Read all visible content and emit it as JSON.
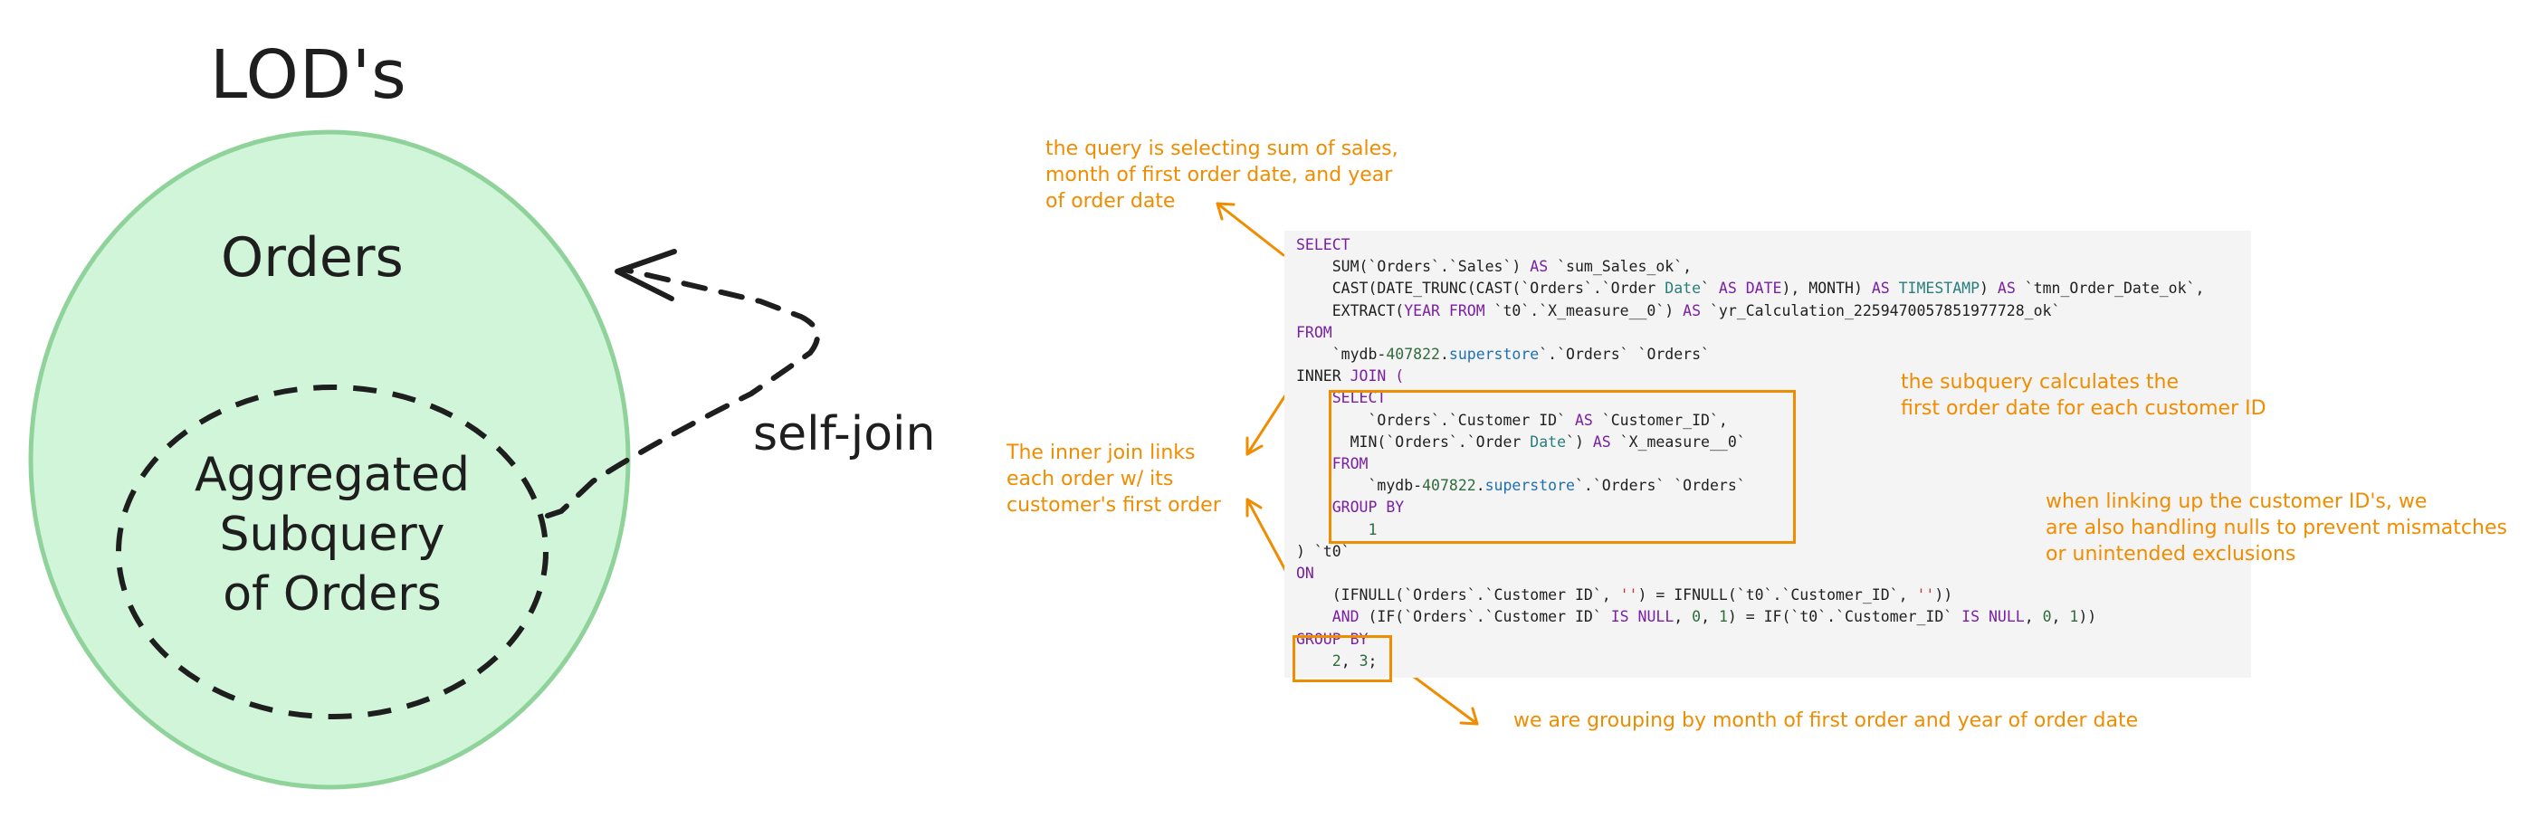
{
  "diagram": {
    "title": "LOD's",
    "outer_label": "Orders",
    "inner_label_lines": [
      "Aggregated",
      "Subquery",
      "of Orders"
    ],
    "join_label": "self-join"
  },
  "notes": {
    "select_note": "the query is selecting sum of sales,\nmonth of first order date, and year\nof order date",
    "join_note": "The inner join links\neach order w/ its\ncustomer's first order",
    "subquery_note": "the subquery calculates the\nfirst order date for each customer ID",
    "nulls_note": "when linking up the customer ID's, we\nare also handling nulls to prevent mismatches\nor unintended exclusions",
    "groupby_note": "we are grouping by month of first order and year of order date"
  },
  "code": {
    "lines": [
      [
        {
          "t": "SELECT",
          "c": "kw"
        }
      ],
      [
        {
          "t": "    SUM(`Orders`.`Sales`) ",
          "c": "fn"
        },
        {
          "t": "AS",
          "c": "kw"
        },
        {
          "t": " `sum_Sales_ok`,",
          "c": "fn"
        }
      ],
      [
        {
          "t": "    CAST(DATE_TRUNC(CAST(`Orders`.`Order ",
          "c": "fn"
        },
        {
          "t": "Date",
          "c": "ty"
        },
        {
          "t": "` ",
          "c": "fn"
        },
        {
          "t": "AS DATE",
          "c": "kw"
        },
        {
          "t": "), MONTH) ",
          "c": "fn"
        },
        {
          "t": "AS",
          "c": "kw"
        },
        {
          "t": " ",
          "c": "fn"
        },
        {
          "t": "TIMESTAMP",
          "c": "ty"
        },
        {
          "t": ") ",
          "c": "fn"
        },
        {
          "t": "AS",
          "c": "kw"
        },
        {
          "t": " `tmn_Order_Date_ok`,",
          "c": "fn"
        }
      ],
      [
        {
          "t": "    EXTRACT(",
          "c": "fn"
        },
        {
          "t": "YEAR FROM",
          "c": "kw"
        },
        {
          "t": " `t0`.`X_measure__0`) ",
          "c": "fn"
        },
        {
          "t": "AS",
          "c": "kw"
        },
        {
          "t": " `yr_Calculation_2259470057851977728_ok`",
          "c": "fn"
        }
      ],
      [
        {
          "t": "FROM",
          "c": "kw"
        }
      ],
      [
        {
          "t": "    `mydb-",
          "c": "fn"
        },
        {
          "t": "407822",
          "c": "num"
        },
        {
          "t": ".",
          "c": "fn"
        },
        {
          "t": "superstore",
          "c": "id"
        },
        {
          "t": "`.`Orders` `Orders`",
          "c": "fn"
        }
      ],
      [
        {
          "t": "INNER ",
          "c": "fn"
        },
        {
          "t": "JOIN (",
          "c": "kw"
        }
      ],
      [
        {
          "t": "    ",
          "c": "fn"
        },
        {
          "t": "SELECT",
          "c": "kw"
        }
      ],
      [
        {
          "t": "        `Orders`.`Customer ID` ",
          "c": "fn"
        },
        {
          "t": "AS",
          "c": "kw"
        },
        {
          "t": " `Customer_ID`,",
          "c": "fn"
        }
      ],
      [
        {
          "t": "      MIN(`Orders`.`Order ",
          "c": "fn"
        },
        {
          "t": "Date",
          "c": "ty"
        },
        {
          "t": "`) ",
          "c": "fn"
        },
        {
          "t": "AS",
          "c": "kw"
        },
        {
          "t": " `X_measure__0`",
          "c": "fn"
        }
      ],
      [
        {
          "t": "    ",
          "c": "fn"
        },
        {
          "t": "FROM",
          "c": "kw"
        }
      ],
      [
        {
          "t": "        `mydb-",
          "c": "fn"
        },
        {
          "t": "407822",
          "c": "num"
        },
        {
          "t": ".",
          "c": "fn"
        },
        {
          "t": "superstore",
          "c": "id"
        },
        {
          "t": "`.`Orders` `Orders`",
          "c": "fn"
        }
      ],
      [
        {
          "t": "    ",
          "c": "fn"
        },
        {
          "t": "GROUP BY",
          "c": "kw"
        }
      ],
      [
        {
          "t": "        ",
          "c": "fn"
        },
        {
          "t": "1",
          "c": "num"
        }
      ],
      [
        {
          "t": ") `t0`",
          "c": "fn"
        }
      ],
      [
        {
          "t": "ON",
          "c": "kw"
        }
      ],
      [
        {
          "t": "    (IFNULL(`Orders`.`Customer ID`, ",
          "c": "fn"
        },
        {
          "t": "''",
          "c": "str"
        },
        {
          "t": ") = IFNULL(`t0`.`Customer_ID`, ",
          "c": "fn"
        },
        {
          "t": "''",
          "c": "str"
        },
        {
          "t": "))",
          "c": "fn"
        }
      ],
      [
        {
          "t": "    ",
          "c": "fn"
        },
        {
          "t": "AND",
          "c": "kw"
        },
        {
          "t": " (IF(`Orders`.`Customer ID` ",
          "c": "fn"
        },
        {
          "t": "IS NULL",
          "c": "kw"
        },
        {
          "t": ", ",
          "c": "fn"
        },
        {
          "t": "0",
          "c": "num"
        },
        {
          "t": ", ",
          "c": "fn"
        },
        {
          "t": "1",
          "c": "num"
        },
        {
          "t": ") = IF(`t0`.`Customer_ID` ",
          "c": "fn"
        },
        {
          "t": "IS NULL",
          "c": "kw"
        },
        {
          "t": ", ",
          "c": "fn"
        },
        {
          "t": "0",
          "c": "num"
        },
        {
          "t": ", ",
          "c": "fn"
        },
        {
          "t": "1",
          "c": "num"
        },
        {
          "t": "))",
          "c": "fn"
        }
      ],
      [
        {
          "t": "GROUP BY",
          "c": "kw"
        }
      ],
      [
        {
          "t": "    ",
          "c": "fn"
        },
        {
          "t": "2",
          "c": "num"
        },
        {
          "t": ", ",
          "c": "fn"
        },
        {
          "t": "3",
          "c": "num"
        },
        {
          "t": ";",
          "c": "fn"
        }
      ]
    ]
  },
  "colors": {
    "accent": "#f08c00",
    "circle_fill": "#d0f5d9",
    "circle_stroke": "#8fd39b",
    "ink": "#1e1e1e"
  }
}
